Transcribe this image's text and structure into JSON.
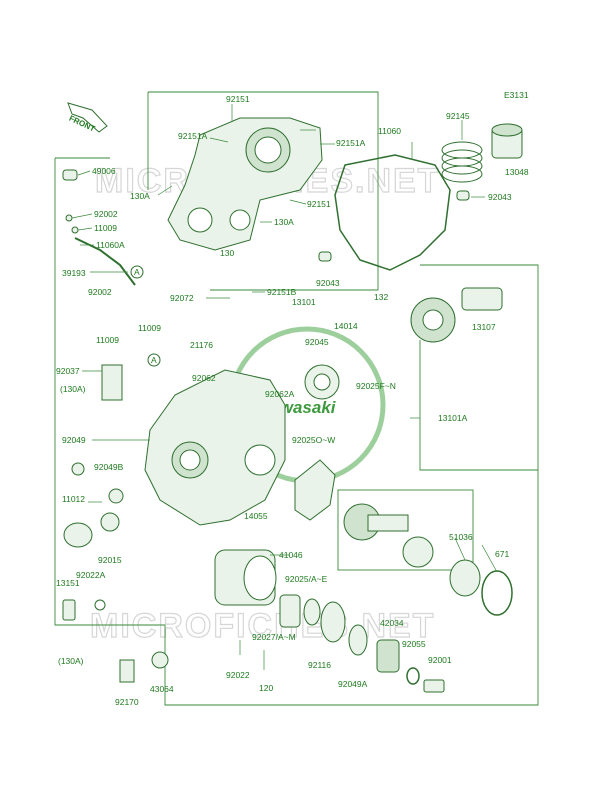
{
  "diagram_code": "E3131",
  "front_label": "FRONT",
  "watermark": "MICROFICHES.NET",
  "brand": "Kawasaki",
  "parts": {
    "p92151": "92151",
    "p92151A_left": "92151A",
    "p92151A_right": "92151A",
    "p11060": "11060",
    "p92145": "92145",
    "p49006": "49006",
    "p130A_top": "130A",
    "p92151_mid": "92151",
    "p130A_mid": "130A",
    "p13048": "13048",
    "p92043_top": "92043",
    "p92002_a": "92002",
    "p11009_a": "11009",
    "p11060A": "11060A",
    "p130": "130",
    "p92043_mid": "92043",
    "p39193": "39193",
    "callout_A1": "A",
    "p92002_b": "92002",
    "p11009_b": "11009",
    "p11009_c": "11009",
    "p92072": "92072",
    "p92151B": "92151B",
    "p13101": "13101",
    "p132": "132",
    "p14014": "14014",
    "p13107": "13107",
    "p21176": "21176",
    "p92045": "92045",
    "callout_A2": "A",
    "p92062": "92062",
    "p92025F": "92025F~N",
    "p92037": "92037",
    "p130A_l": "(130A)",
    "p92062A": "92062A",
    "p13101A": "13101A",
    "p92049": "92049",
    "p92025O": "92025O~W",
    "p92049B": "92049B",
    "p11012": "11012",
    "p14055": "14055",
    "p92015": "92015",
    "p51036": "51036",
    "p671": "671",
    "p41046": "41046",
    "p92022A": "92022A",
    "p13151": "13151",
    "p92025A": "92025/A~E",
    "p92027": "92027/A~M",
    "p42034": "42034",
    "p130A_b": "(130A)",
    "p92022": "92022",
    "p92116": "92116",
    "p92055": "92055",
    "p92001": "92001",
    "p92049A": "92049A",
    "p120": "120",
    "p43064": "43064",
    "p92170": "92170"
  }
}
